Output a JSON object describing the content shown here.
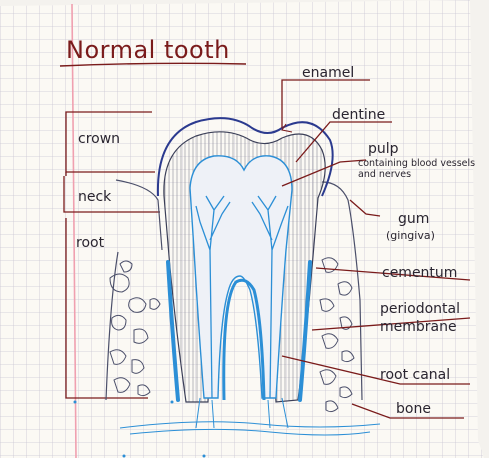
{
  "title": "Normal tooth",
  "regions": {
    "crown": "crown",
    "neck": "neck",
    "root": "root"
  },
  "labels": {
    "enamel": "enamel",
    "dentine": "dentine",
    "pulp": "pulp",
    "pulp_note": "containing blood vessels and nerves",
    "gum": "gum",
    "gum_alt": "(gingiva)",
    "cementum": "cementum",
    "periodontal_1": "periodontal",
    "periodontal_2": "membrane",
    "root_canal": "root canal",
    "bone": "bone"
  },
  "colors": {
    "grid": "#c9c6d3",
    "margin_line": "#f0a0b0",
    "leader": "#7a1b1b",
    "ink": "#2a2530",
    "blue": "#2c8fd6",
    "navy": "#2b3a8f"
  }
}
